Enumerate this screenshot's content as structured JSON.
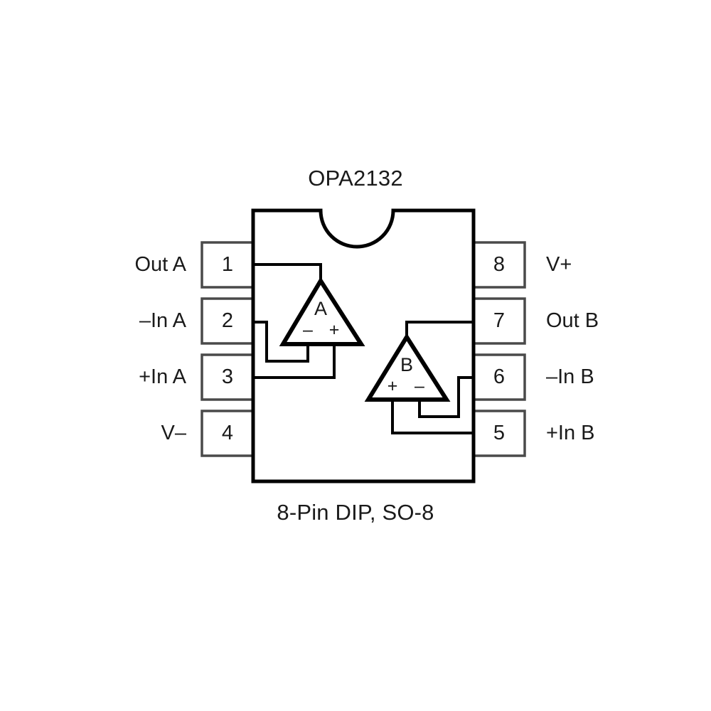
{
  "diagram": {
    "device_title": "OPA2132",
    "package_caption": "8-Pin DIP, SO-8",
    "colors": {
      "background": "#ffffff",
      "ink": "#1a1a1a",
      "outline": "#000000"
    },
    "pins_left": [
      {
        "number": "1",
        "label": "Out A"
      },
      {
        "number": "2",
        "label": "–In A"
      },
      {
        "number": "3",
        "label": "+In A"
      },
      {
        "number": "4",
        "label": "V–"
      }
    ],
    "pins_right": [
      {
        "number": "8",
        "label": "V+"
      },
      {
        "number": "7",
        "label": "Out B"
      },
      {
        "number": "6",
        "label": "–In B"
      },
      {
        "number": "5",
        "label": "+In B"
      }
    ],
    "amplifiers": [
      {
        "name": "A",
        "letter": "A",
        "minus_sign": "–",
        "plus_sign": "+",
        "minus_side": "left",
        "plus_side": "right",
        "output_pin": "1",
        "inverting_pin": "2",
        "noninverting_pin": "3"
      },
      {
        "name": "B",
        "letter": "B",
        "minus_sign": "–",
        "plus_sign": "+",
        "minus_side": "right",
        "plus_side": "left",
        "output_pin": "7",
        "inverting_pin": "6",
        "noninverting_pin": "5"
      }
    ]
  }
}
